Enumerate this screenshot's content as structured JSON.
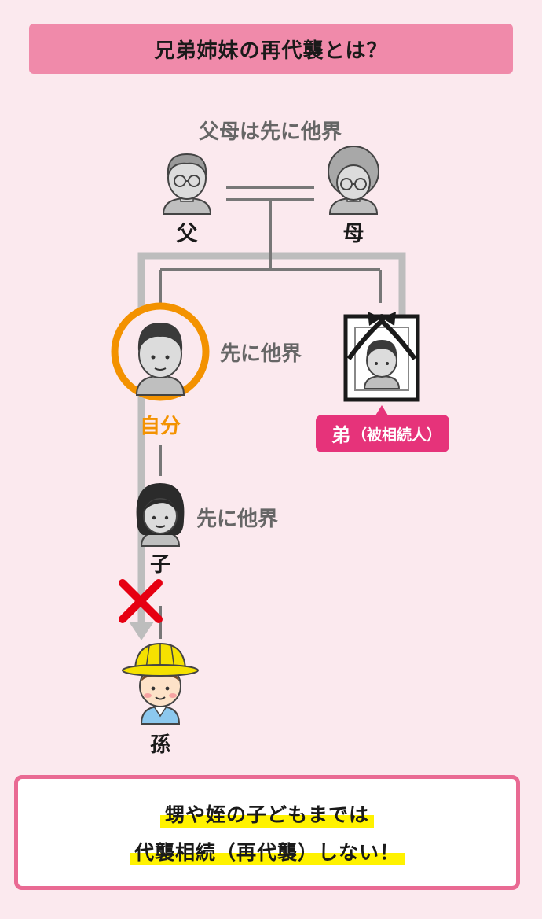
{
  "title": "兄弟姉妹の再代襲とは？",
  "labels": {
    "parents_note": "父母は先に他界",
    "father": "父",
    "mother": "母",
    "self": "自分",
    "self_note": "先に他界",
    "brother_char": "弟",
    "brother_role": "（被相続人）",
    "child": "子",
    "child_note": "先に他界",
    "grandchild": "孫"
  },
  "summary": {
    "line1": "甥や姪の子どもまでは",
    "line2": "代襲相続（再代襲）しない！"
  },
  "colors": {
    "background": "#fbe9ee",
    "banner": "#f08aaa",
    "self_ring": "#f39200",
    "self_label": "#f39200",
    "brother_tag": "#e6337a",
    "cross": "#e60012",
    "line": "#777777",
    "arrow": "#bdbdbd",
    "highlight": "#fff200",
    "summary_border": "#e96a93"
  }
}
